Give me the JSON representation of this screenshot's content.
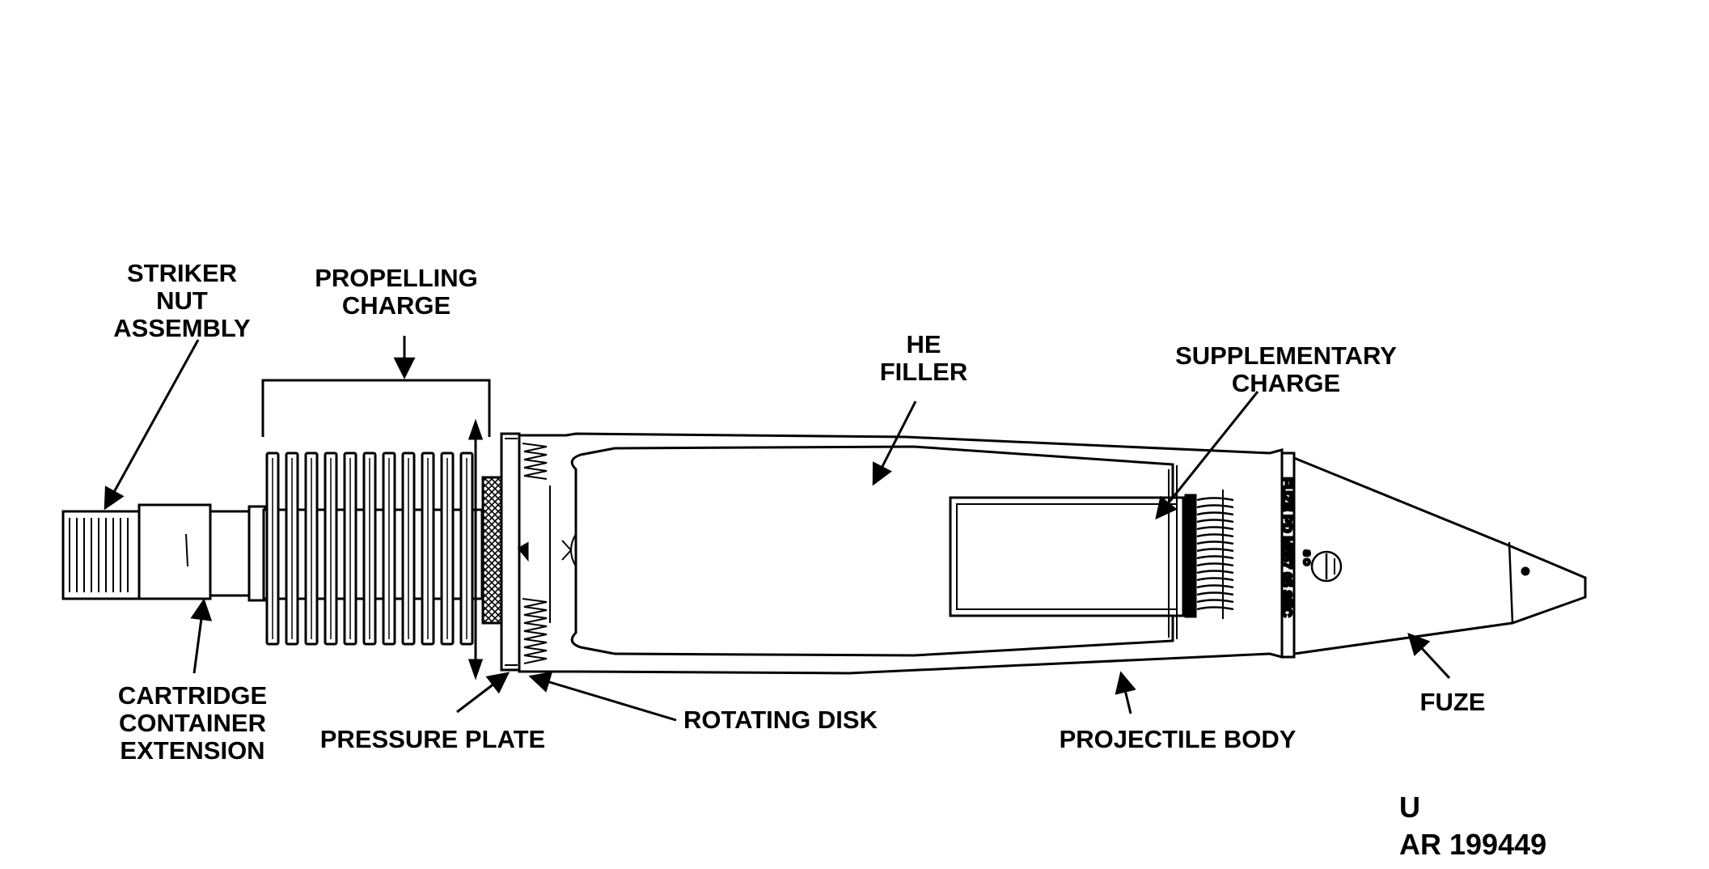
{
  "labels": {
    "striker_nut_assembly": [
      "STRIKER",
      "NUT",
      "ASSEMBLY"
    ],
    "propelling_charge": [
      "PROPELLING",
      "CHARGE"
    ],
    "he_filler": [
      "HE",
      "FILLER"
    ],
    "supplementary_charge": [
      "SUPPLEMENTARY",
      "CHARGE"
    ],
    "cartridge_container_extension": [
      "CARTRIDGE",
      "CONTAINER",
      "EXTENSION"
    ],
    "pressure_plate": "PRESSURE PLATE",
    "rotating_disk": "ROTATING DISK",
    "projectile_body": "PROJECTILE BODY",
    "fuze": "FUZE"
  },
  "fuze_markings": {
    "band_text": "FUZE PD M557 05 SEC",
    "small_text": "S O"
  },
  "reference": {
    "classification": "U",
    "number": "AR 199449"
  },
  "colors": {
    "ink": "#000000",
    "paper": "#ffffff"
  }
}
